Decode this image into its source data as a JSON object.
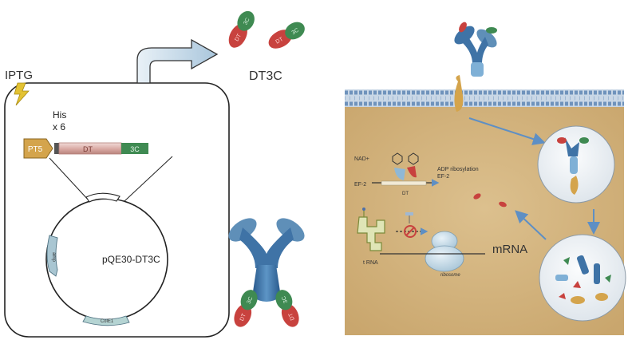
{
  "labels": {
    "iptg": "IPTG",
    "dt3c": "DT3C",
    "his_line1": "His",
    "his_line2": "x 6",
    "promoter": "PT5",
    "dt_segment": "DT",
    "tag_segment": "3C",
    "plasmid": "pQE30-DT3C",
    "plasmid_gene1": "amp",
    "plasmid_gene2": "ColE1",
    "nad": "NAD+",
    "ef2": "EF-2",
    "adp_line1": "ADP ribosylation",
    "adp_line2": "EF-2",
    "dt_small": "DT",
    "trna": "t RNA",
    "ribosome": "ribosome",
    "mrna": "mRNA"
  },
  "colors": {
    "cell_fill": "#d2b27e",
    "membrane": "#7a9fc4",
    "dt_red": "#c8423e",
    "tag_green": "#3f8a52",
    "antibody_blue": "#3f73a6",
    "arrow_blue": "#5e8fc4"
  }
}
